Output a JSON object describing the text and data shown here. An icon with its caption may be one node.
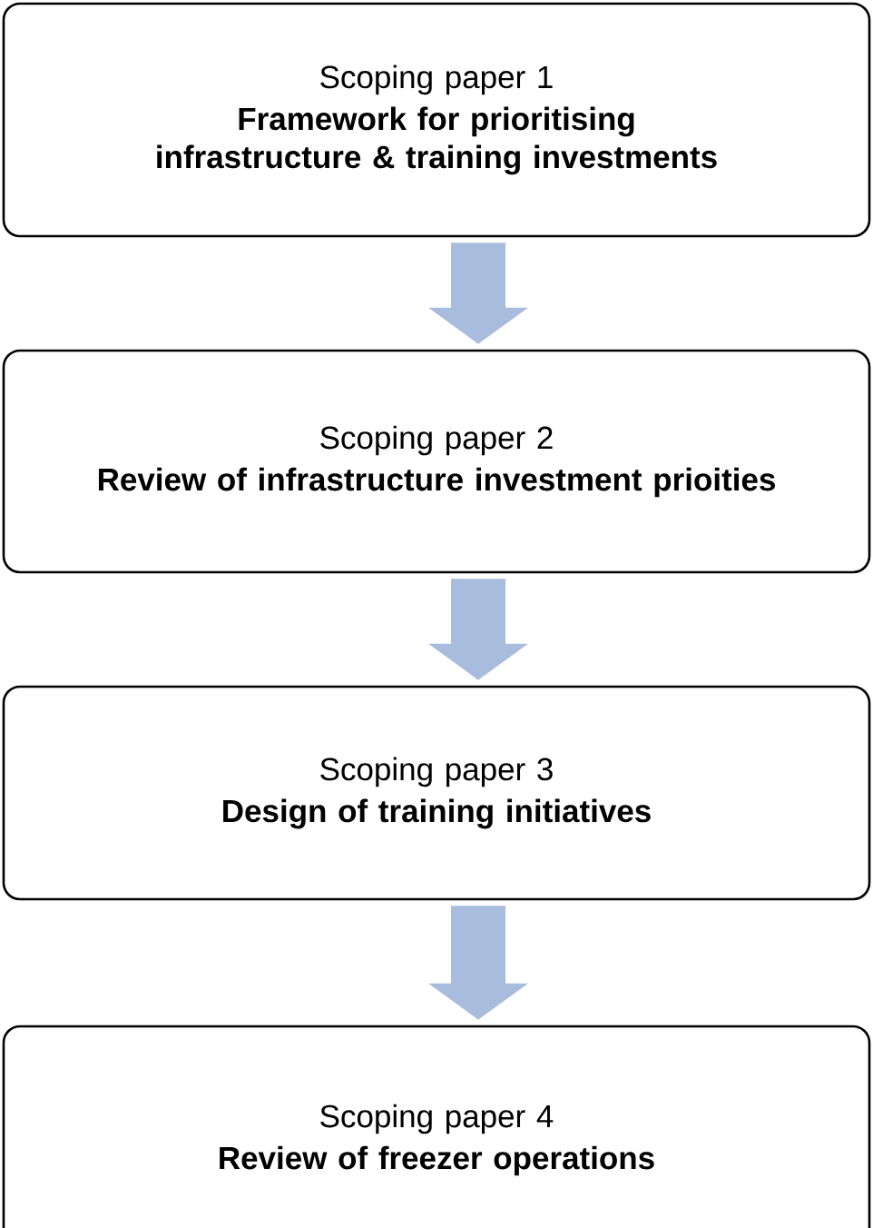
{
  "diagram": {
    "nodes": [
      {
        "text": [
          "Scoping paper 1",
          "Framework for prioritising infrastructure & training investments"
        ]
      },
      {
        "text": [
          "Scoping paper 2",
          "Review of infrastructure investment prioities"
        ]
      },
      {
        "text": [
          "Scoping paper 3",
          "Design of training initiatives"
        ]
      },
      {
        "text": [
          "Scoping paper 4",
          "Review of freezer operations"
        ]
      }
    ],
    "edges": [
      {
        "from": 0,
        "to": 1,
        "arrow": "to"
      },
      {
        "from": 1,
        "to": 2,
        "arrow": "to"
      },
      {
        "from": 2,
        "to": 3,
        "arrow": "to"
      }
    ]
  }
}
